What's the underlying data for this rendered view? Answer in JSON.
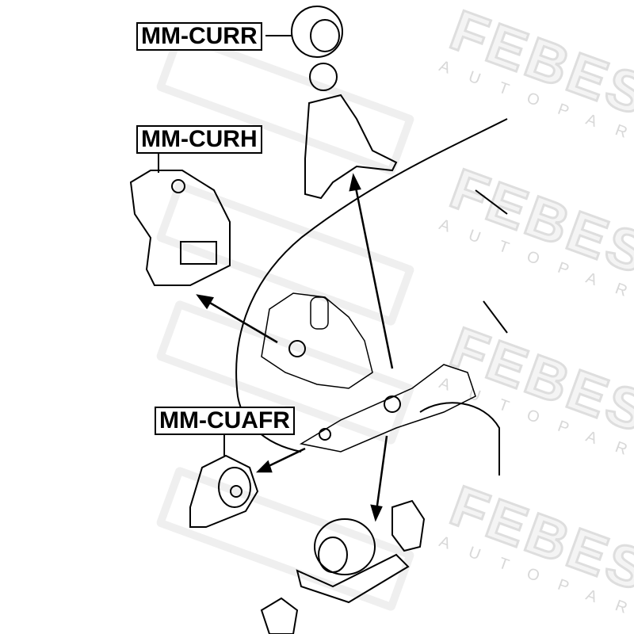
{
  "watermark": {
    "brand": "FEBEST",
    "tagline": "AUTOPARTS"
  },
  "parts": [
    {
      "code": "MM-CURR"
    },
    {
      "code": "MM-CURH"
    },
    {
      "code": "MM-CUAFR"
    }
  ],
  "colors": {
    "line": "#000000",
    "watermark": "#e0e0e0"
  }
}
